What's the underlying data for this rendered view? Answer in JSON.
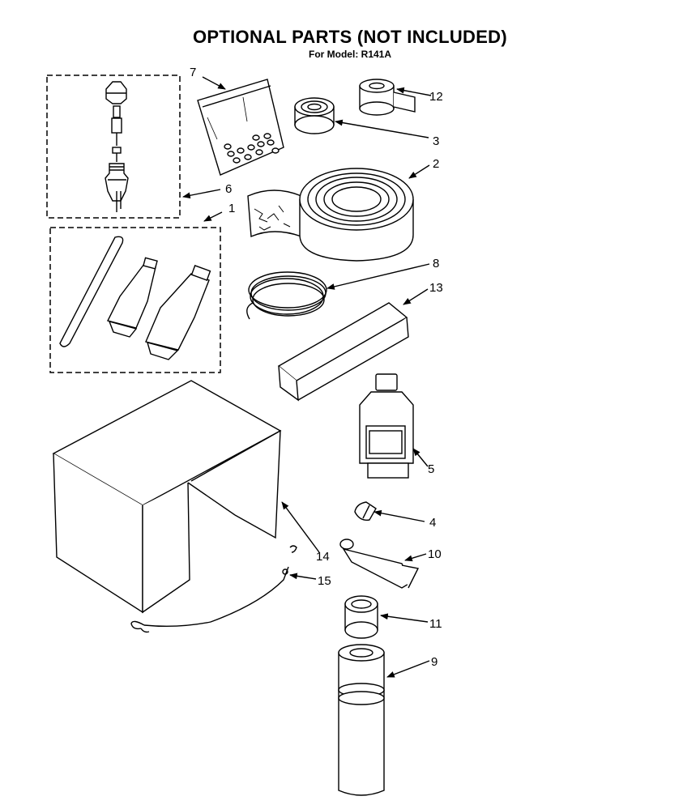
{
  "header": {
    "title": "OPTIONAL PARTS (NOT INCLUDED)",
    "model_label": "For Model:",
    "model_number": "R141A"
  },
  "callouts": {
    "p1": "1",
    "p2": "2",
    "p3": "3",
    "p4": "4",
    "p5": "5",
    "p6": "6",
    "p7": "7",
    "p8": "8",
    "p9": "9",
    "p10": "10",
    "p11": "11",
    "p12": "12",
    "p13": "13",
    "p14": "14",
    "p15": "15"
  }
}
